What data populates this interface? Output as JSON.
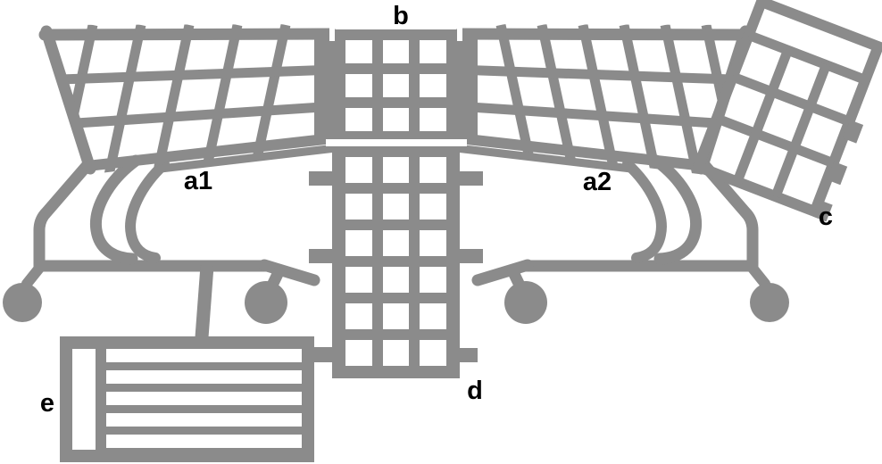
{
  "diagram": {
    "description": "technical line drawing of nested shopping carts, side view, with labeled parts",
    "background_color": "#ffffff",
    "line_color": "#8b8b8b",
    "label_color": "#000000",
    "labels": {
      "a1": "a1",
      "a2": "a2",
      "b": "b",
      "c": "c",
      "d": "d",
      "e": "e"
    }
  }
}
